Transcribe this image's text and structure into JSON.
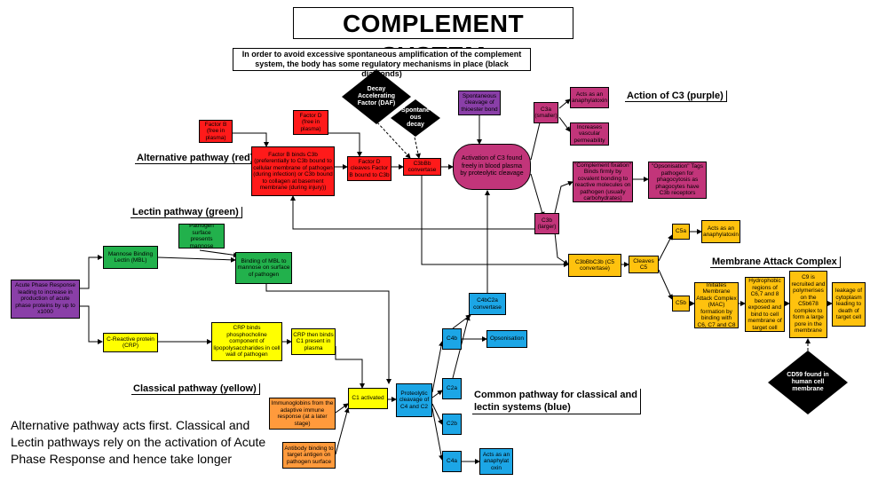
{
  "title": "COMPLEMENT SYSTEM",
  "regulation_note": "In order to avoid excessive spontaneous amplification of the complement system, the body has some regulatory mechanisms in place (black diamonds)",
  "labels": {
    "alternative": "Alternative pathway (red)",
    "lectin": "Lectin pathway (green)",
    "classical": "Classical pathway (yellow)",
    "common": "Common pathway for classical and lectin systems (blue)",
    "c3_action": "Action of C3 (purple)",
    "mac": "Membrane Attack Complex"
  },
  "diamonds": {
    "daf": "Decay Accelerating Factor (DAF)",
    "spontaneous": "Spontane ous decay",
    "cd59": "CD59 found in human cell membrane"
  },
  "nodes": {
    "factor_b": "Factor B (free in plasma)",
    "factor_d": "Factor D (free in plasma)",
    "factor_b_binds": "Factor B binds C3b (preferentially to C3b bound to cellular membrane of pathogen (during infection) or C3b bound to collagen at basement membrane (during injury))",
    "factor_d_cleaves": "Factor D cleaves Factor B bound to C3b",
    "c3bbb": "C3bBb convertase",
    "spontaneous_cleavage": "Spontaneous cleavage of thioester bond",
    "activation_c3": "Activation of C3 found freely in blood plasma by proteolytic cleavage",
    "c3a": "C3a (smaller)",
    "anaphylatoxin": "Acts as an anaphylatoxin",
    "vascular": "Increases vascular permeability",
    "complement_fixation": "\"Complement fixation\" Binds firmly by covalent bonding to reactive molecules on pathogen (usually carbohydrates)",
    "opsonisation_c3": "\"Opsonisation\" Tags pathogen for phagocytosis as phagocytes have C3b receptors",
    "c3b": "C3b (larger)",
    "c3bbbc3b": "C3bBbC3b (C5 convertase)",
    "cleaves_c5": "Cleaves C5",
    "c5a": "C5a",
    "c5a_anaph": "Acts as an anaphylatoxin",
    "c5b": "C5b",
    "mac_initiates": "Initiates Membrane Attack Complex (MAC) formation by binding with C6, C7 and C8",
    "hydrophobic": "Hydrophobic regions of C6,7 and 8 become exposed and bind to cell membrane of target cell",
    "c9": "C9 is recruited and polymerises on the C5b678 complex to form a large pore in the membrane",
    "leakage": "leakage of cytoplasm leading to death of target cell",
    "acute_phase": "Acute Phase Response leading to increase in production of acute phase proteins by up to x1000",
    "mbl": "Mannose Binding Lectin (MBL)",
    "pathogen_mannose": "Pathogen surface presents mannose",
    "binding_mbl": "Binding of MBL to mannose on surface of pathogen",
    "crp": "C-Reactive protein (CRP)",
    "crp_binds": "CRP binds phosphocholine component of lipopolysaccharides in cell wall of pathogen",
    "crp_c1": "CRP then binds C1 present in plasma",
    "c1": "C1 activated",
    "immunoglobins": "Immunoglobins from the adaptive immune response (at a later stage)",
    "antibody": "Antibody binding to target antigen on pathogen surface",
    "proteolytic": "Proteolytic cleavage of C4 and C2",
    "c4bc2a": "C4bC2a convertase",
    "c4b": "C4b",
    "opsonisation": "Opsonisation",
    "c2a": "C2a",
    "c2b": "C2b",
    "c4a": "C4a",
    "c4a_anaph": "Acts as an anaphylat oxin"
  },
  "footer": "Alternative pathway acts first. Classical and Lectin pathways rely on the activation of Acute Phase Response and hence take longer"
}
